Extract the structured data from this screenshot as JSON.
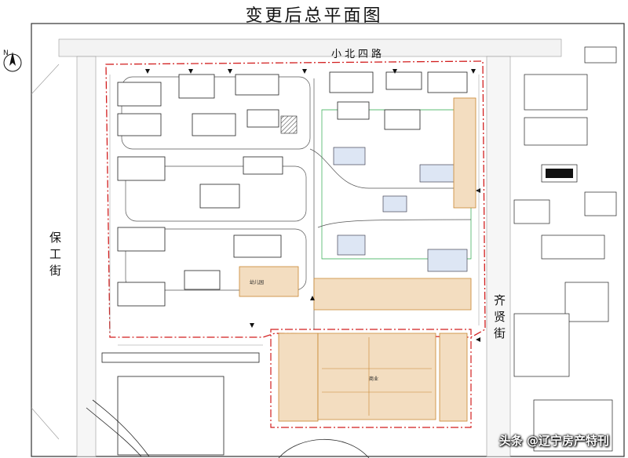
{
  "title": "变更后总平面图",
  "roads": {
    "north": "小北四路",
    "west": "保工街",
    "east": "齐贤街"
  },
  "compass": "N",
  "labels": {
    "kindergarten": "幼儿园",
    "commercial": "商业"
  },
  "watermark": "头条 @辽宁房产特刊"
}
